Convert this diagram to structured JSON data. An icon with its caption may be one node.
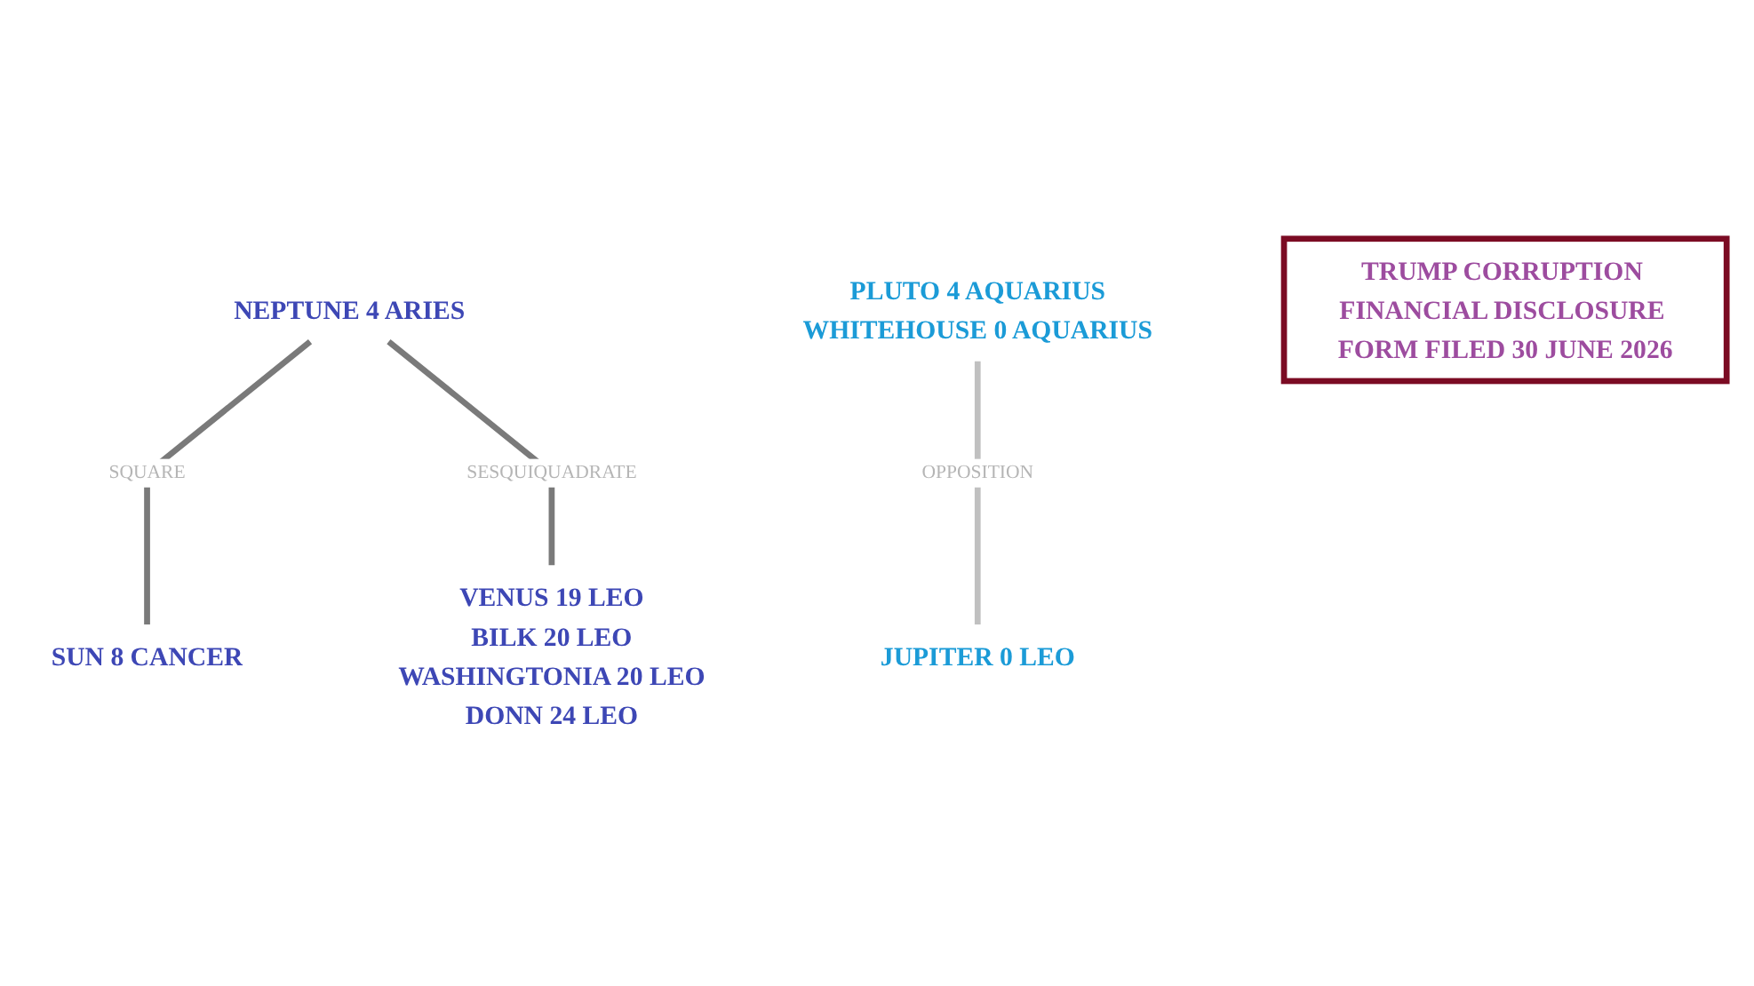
{
  "diagram": {
    "nodes": [
      {
        "text": [
          "NEPTUNE 4 ARIES"
        ]
      },
      {
        "text": [
          "SUN 8 CANCER"
        ]
      },
      {
        "text": [
          "PLUTO 4 AQUARIUS",
          "WHITEHOUSE 0 AQUARIUS"
        ]
      },
      {
        "text": [
          "JUPITER 0 LEO"
        ]
      },
      {
        "text": [
          "TRUMP CORRUPTION FINANCIAL DISCLOSURE FORM FILED 30 JUNE 2026"
        ]
      },
      {
        "text": [
          "VENUS 19 LEO",
          "BILK 20 LEO",
          "WASHINGTONIA 20 LEO",
          "DONN 24 LEO"
        ]
      }
    ],
    "edges": [
      {
        "from": 0,
        "to": 1,
        "arrow": "none",
        "label": "SQUARE"
      },
      {
        "from": 0,
        "to": 5,
        "arrow": "none",
        "label": "SESQUIQUADRATE"
      },
      {
        "from": 2,
        "to": 3,
        "arrow": "none",
        "label": "OPPOSITION",
        "color": "#c0c0c0"
      }
    ]
  }
}
